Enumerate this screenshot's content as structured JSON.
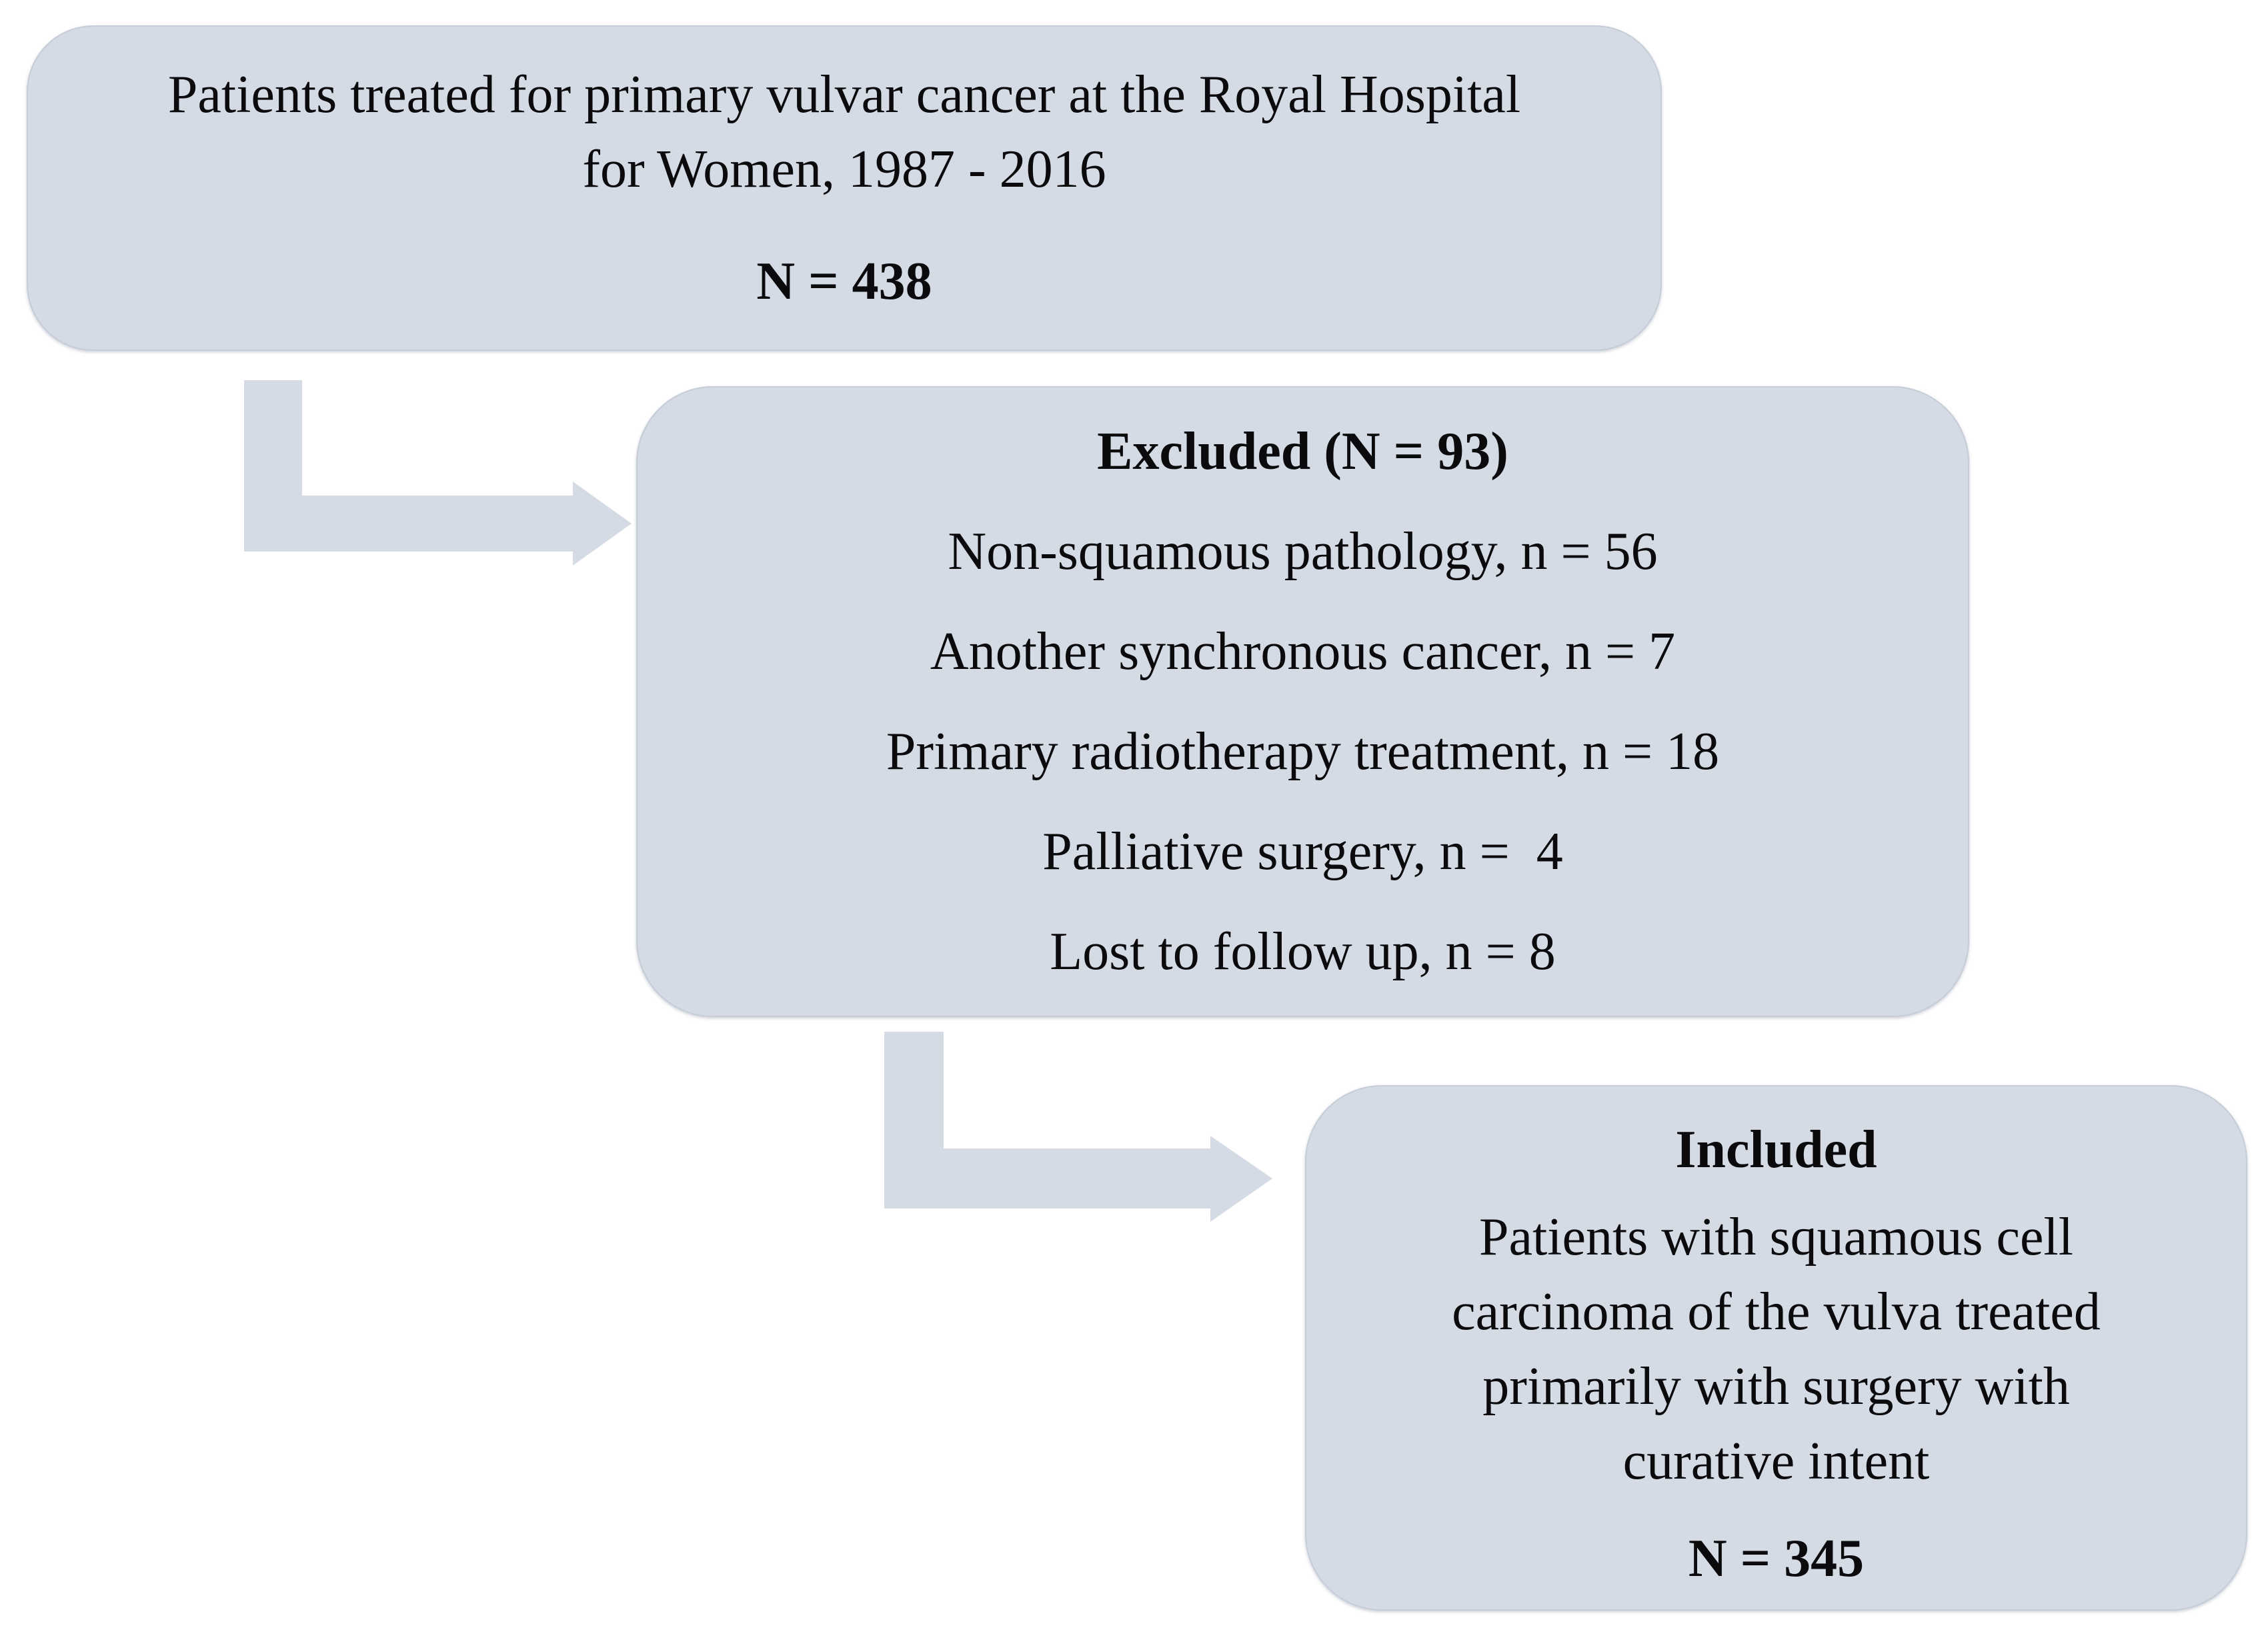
{
  "figure": {
    "title_box": {
      "lines": [
        "Patients treated for primary vulvar cancer at the Royal Hospital",
        "for Women, 1987 - 2016"
      ],
      "n_label": "N = 438"
    },
    "excluded_box": {
      "heading": "Excluded (N = 93)",
      "items": [
        "Non-squamous pathology, n = 56",
        "Another synchronous cancer, n = 7",
        "Primary radiotherapy treatment, n = 18",
        "Palliative surgery, n =  4",
        "Lost to follow up, n = 8"
      ]
    },
    "included_box": {
      "heading": "Included",
      "description_lines": [
        "Patients with squamous cell",
        "carcinoma of the vulva treated",
        "primarily with surgery with",
        "curative intent"
      ],
      "n_label": "N = 345"
    },
    "colors": {
      "box_fill": "#d5dbe4",
      "arrow_fill": "#d5dbe4",
      "text": "#0b0b0d",
      "background": "#ffffff",
      "box_edge": "#c6cdd9"
    }
  }
}
